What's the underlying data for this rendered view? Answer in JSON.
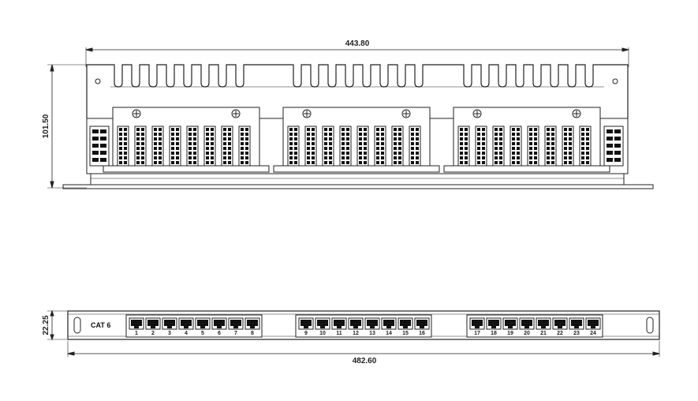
{
  "dimensions": {
    "top_width": "443.80",
    "top_height": "101.50",
    "front_height": "22.25",
    "front_width": "482.60"
  },
  "front_panel": {
    "label": "CAT 6",
    "port_numbers": [
      "1",
      "2",
      "3",
      "4",
      "5",
      "6",
      "7",
      "8",
      "9",
      "10",
      "11",
      "12",
      "13",
      "14",
      "15",
      "16",
      "17",
      "18",
      "19",
      "20",
      "21",
      "22",
      "23",
      "24"
    ]
  },
  "top_view": {
    "module_count": 3,
    "idc_blocks_per_module": 8
  },
  "colors": {
    "line": "#222222",
    "fill": "#ffffff",
    "dark": "#111111"
  }
}
